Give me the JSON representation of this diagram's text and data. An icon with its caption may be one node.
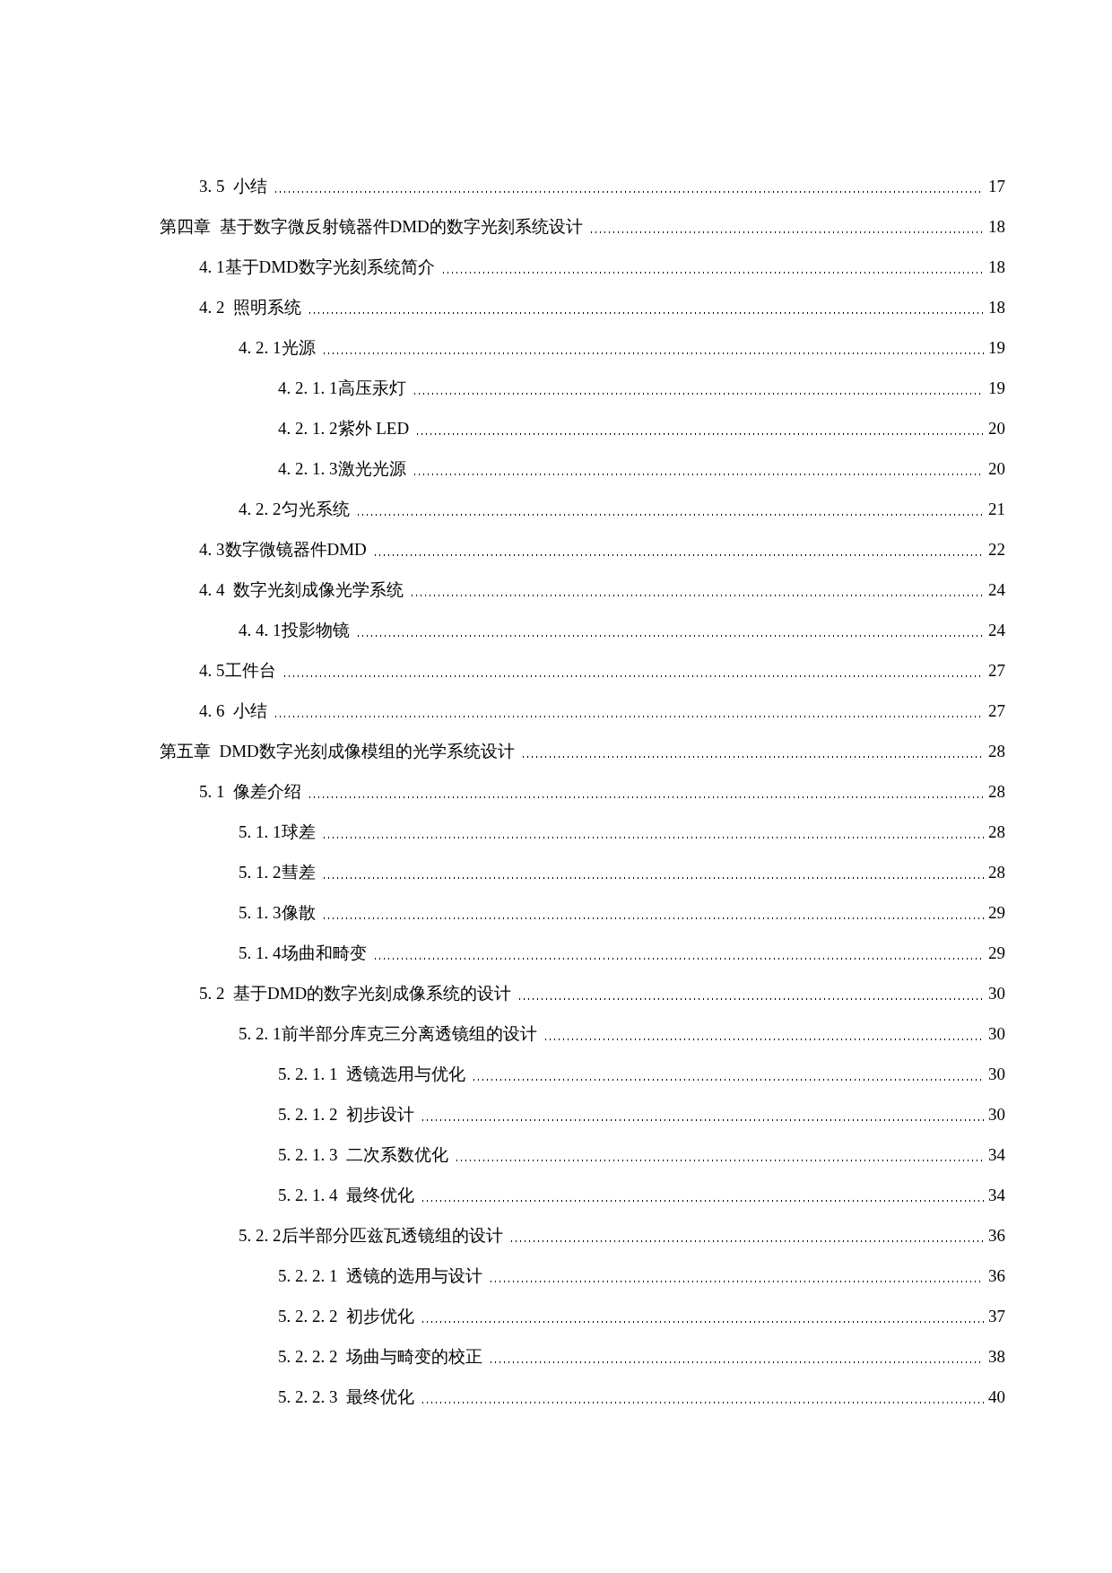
{
  "diagram": {
    "labels": [
      "3. 5  小结",
      "17",
      "第四章  基于数字微反射镜器件DMD的数字光刻系统设计",
      "18",
      "4. 1基于DMD数字光刻系统简介",
      "18",
      "4. 2  照明系统",
      "18",
      "4. 2. 1光源",
      "19",
      "4. 2. 1. 1高压汞灯",
      "19",
      "4. 2. 1. 2紫外 LED",
      "20",
      "4. 2. 1. 3激光光源",
      "20",
      "4. 2. 2匀光系统",
      "21",
      "4. 3数字微镜器件DMD",
      "22",
      "4. 4  数字光刻成像光学系统",
      "24",
      "4. 4. 1投影物镜",
      "24",
      "4. 5工件台",
      "27",
      "4. 6  小结",
      "27",
      "第五章  DMD数字光刻成像模组的光学系统设计",
      "28",
      "5. 1  像差介绍",
      "28",
      "5. 1. 1球差",
      "28",
      "5. 1. 2彗差",
      "28",
      "5. 1. 3像散",
      "29",
      "5. 1. 4场曲和畸变",
      "29",
      "5. 2  基于DMD的数字光刻成像系统的设计",
      "30",
      "5. 2. 1前半部分库克三分离透镜组的设计",
      "30",
      "5. 2. 1. 1  透镜选用与优化",
      "30",
      "5. 2. 1. 2  初步设计",
      "30",
      "5. 2. 1. 3  二次系数优化",
      "34",
      "5. 2. 1. 4  最终优化",
      "34",
      "5. 2. 2后半部分匹兹瓦透镜组的设计",
      "36",
      "5. 2. 2. 1  透镜的选用与设计",
      "36",
      "5. 2. 2. 2  初步优化",
      "37",
      "5. 2. 2. 2  场曲与畸变的校正",
      "38",
      "5. 2. 2. 3  最终优化",
      "40"
    ]
  }
}
